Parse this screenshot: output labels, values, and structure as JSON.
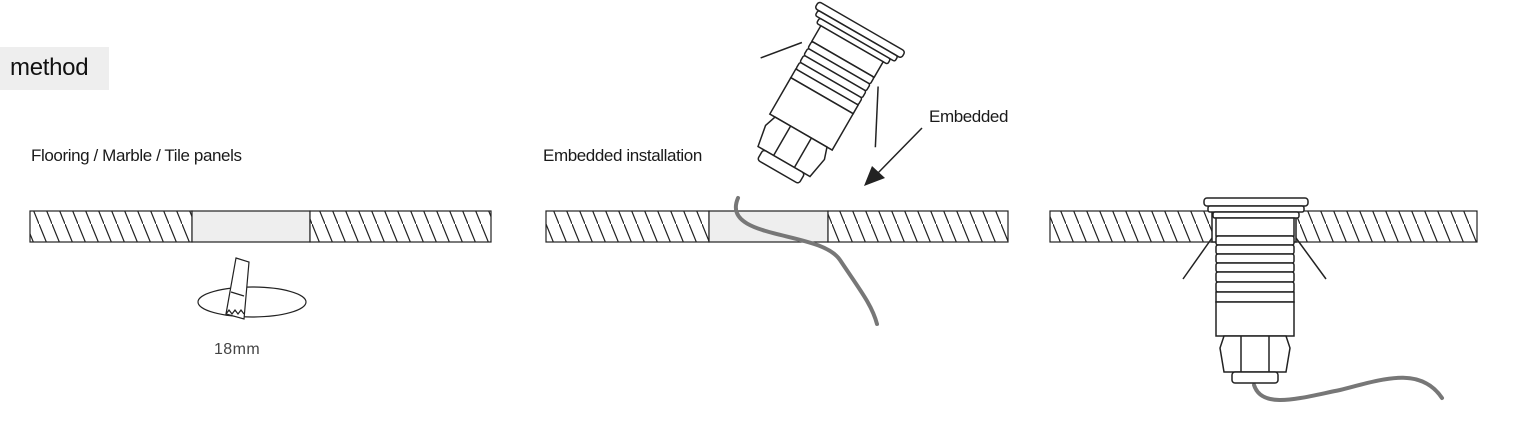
{
  "header": {
    "title": "method"
  },
  "labels": {
    "panel_material": "Flooring / Marble / Tile panels",
    "embedded_installation": "Embedded installation",
    "embedded": "Embedded",
    "hole_size": "18mm"
  }
}
